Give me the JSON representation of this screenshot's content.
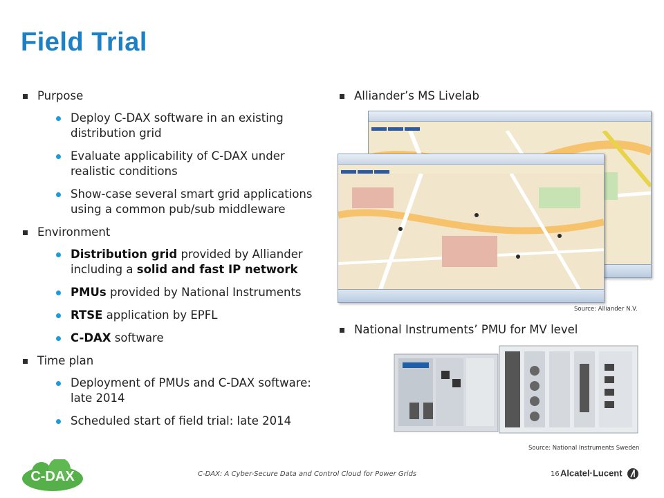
{
  "title": "Field Trial",
  "left": {
    "sections": [
      {
        "heading": "Purpose",
        "items": [
          [
            {
              "t": "Deploy C-DAX software in an existing distribution grid",
              "b": false
            }
          ],
          [
            {
              "t": "Evaluate applicability of C-DAX under realistic conditions",
              "b": false
            }
          ],
          [
            {
              "t": "Show-case several smart grid applications using a common pub/sub middleware",
              "b": false
            }
          ]
        ]
      },
      {
        "heading": "Environment",
        "items": [
          [
            {
              "t": "Distribution grid",
              "b": true
            },
            {
              "t": " provided by Alliander including a ",
              "b": false
            },
            {
              "t": "solid and fast IP network",
              "b": true
            }
          ],
          [
            {
              "t": "PMUs",
              "b": true
            },
            {
              "t": " provided by National Instruments",
              "b": false
            }
          ],
          [
            {
              "t": "RTSE",
              "b": true
            },
            {
              "t": " application by EPFL",
              "b": false
            }
          ],
          [
            {
              "t": "C-DAX",
              "b": true
            },
            {
              "t": " software",
              "b": false
            }
          ]
        ]
      },
      {
        "heading": "Time plan",
        "items": [
          [
            {
              "t": "Deployment of PMUs and C-DAX software: late 2014",
              "b": false
            }
          ],
          [
            {
              "t": "Scheduled start of field trial: late 2014",
              "b": false
            }
          ]
        ]
      }
    ]
  },
  "right": {
    "heading1": "Alliander’s MS Livelab",
    "source1": "Source: Alliander N.V.",
    "heading2": "National Instruments’ PMU for MV level",
    "source2": "Source: National Instruments Sweden"
  },
  "footer": {
    "logo_text": "C-DAX",
    "caption": "C-DAX: A Cyber-Secure Data and Control Cloud for Power Grids",
    "page": "16",
    "company": "Alcatel·Lucent"
  },
  "colors": {
    "title": "#1d7fc4",
    "bullet": "#1d9bd8",
    "logo": "#3a9a3a"
  }
}
